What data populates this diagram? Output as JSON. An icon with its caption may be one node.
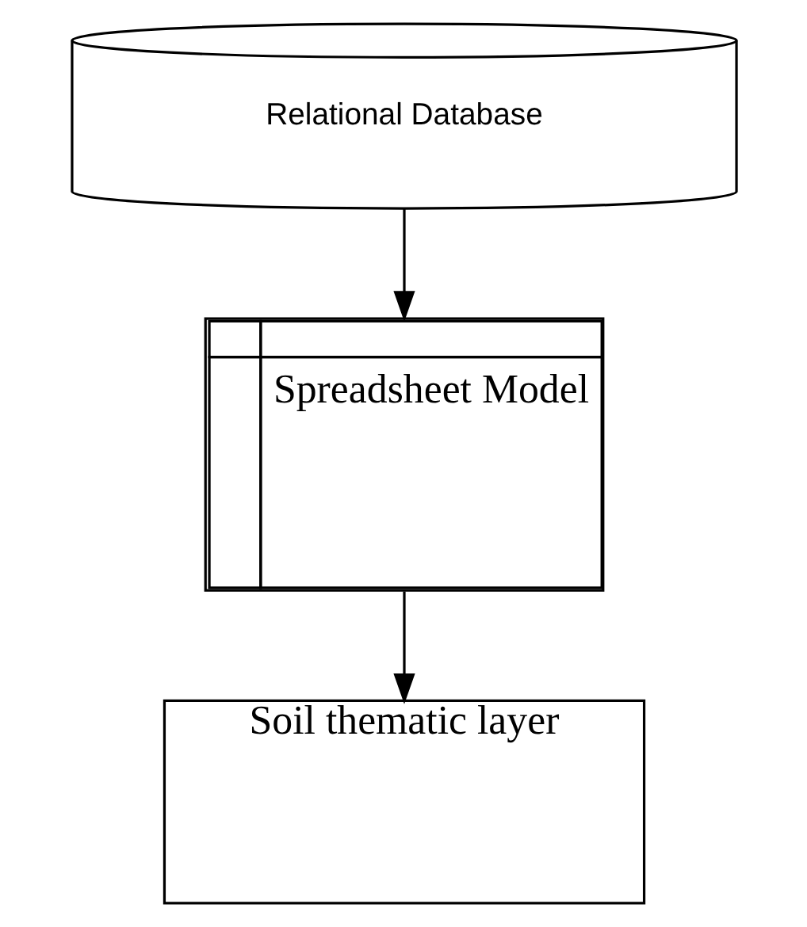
{
  "diagram": {
    "nodes": [
      {
        "text": [
          "Relational Database"
        ]
      },
      {
        "text": [
          "Spreadsheet Model"
        ]
      },
      {
        "text": [
          "Soil thematic layer"
        ]
      }
    ],
    "edges": [
      {
        "from": 0,
        "to": 1,
        "arrow": "to"
      },
      {
        "from": 1,
        "to": 2,
        "arrow": "to"
      }
    ]
  }
}
